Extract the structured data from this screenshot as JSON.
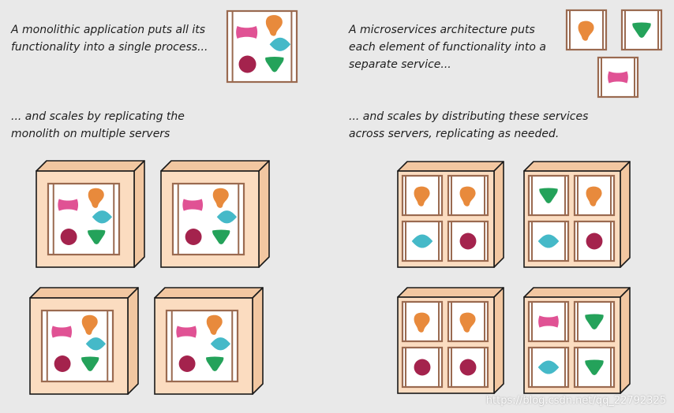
{
  "captions": {
    "monolith_intro": [
      "A monolithic application puts all its",
      "functionality into a single process..."
    ],
    "monolith_scale": [
      "... and scales by replicating the",
      "monolith on multiple servers"
    ],
    "micro_intro": [
      "A microservices architecture puts",
      "each element of functionality into a",
      "separate service..."
    ],
    "micro_scale": [
      "... and scales by distributing these services",
      "across servers, replicating as needed."
    ]
  },
  "watermark": "https://blog.csdn.net/qq_22792325",
  "colors": {
    "background": "#e9e9e9",
    "server_face": "#fbdcc0",
    "server_side": "#f2c7a1",
    "outline": "#1a1a1a",
    "process_frame": "#9a6a50",
    "process_fill": "#ffffff",
    "pink": "#e05294",
    "orange": "#e88a3c",
    "teal": "#45b9c8",
    "crimson": "#a4234d",
    "green": "#24a25a"
  },
  "diagram": {
    "monolith_shapes": [
      "pink-bow",
      "orange-blob",
      "teal-diamond",
      "crimson-circle",
      "green-triangle"
    ],
    "single_services": [
      "orange-blob",
      "green-triangle",
      "pink-bow"
    ],
    "monolith_servers": 4,
    "micro_servers": [
      [
        "orange-blob",
        "orange-blob",
        "teal-diamond",
        "crimson-circle"
      ],
      [
        "green-triangle",
        "orange-blob",
        "teal-diamond",
        "crimson-circle"
      ],
      [
        "orange-blob",
        "orange-blob",
        "crimson-circle",
        "crimson-circle"
      ],
      [
        "pink-bow",
        "green-triangle",
        "teal-diamond",
        "green-triangle"
      ]
    ]
  }
}
